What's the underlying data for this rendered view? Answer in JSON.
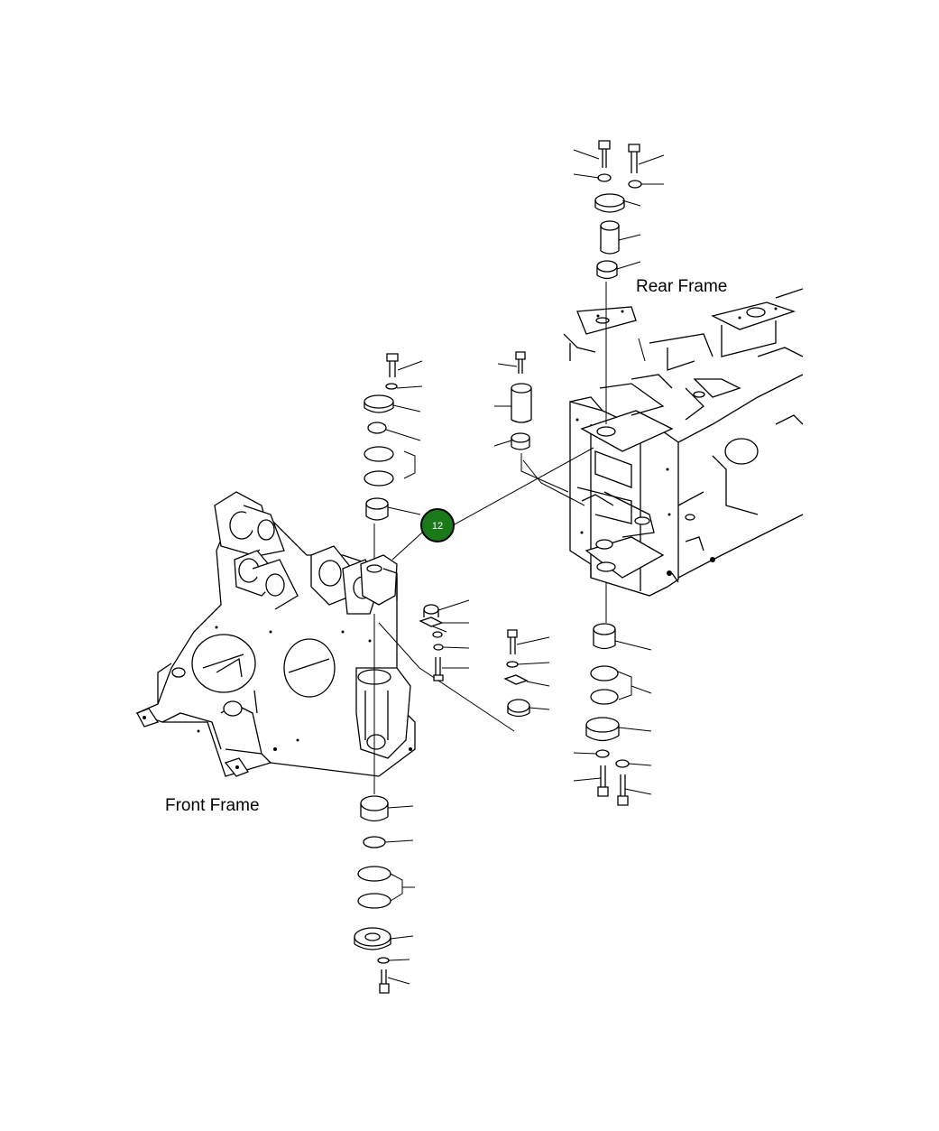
{
  "labels": {
    "rear_frame": "Rear Frame",
    "front_frame": "Front Frame"
  },
  "callouts": [
    {
      "number": "12",
      "color": "#1a7a1a"
    }
  ]
}
